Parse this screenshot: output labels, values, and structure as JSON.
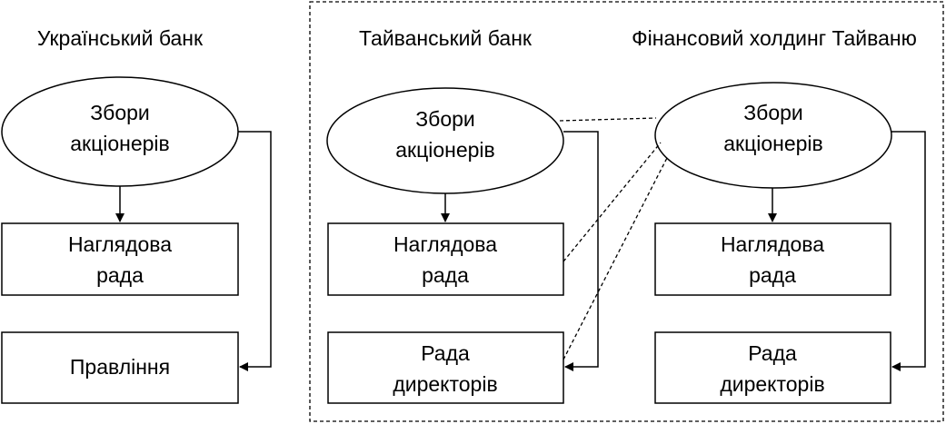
{
  "titles": {
    "ukraine": "Український банк",
    "taiwan_bank": "Тайванський банк",
    "taiwan_holding": "Фінансовий холдинг Тайваню"
  },
  "ukraine": {
    "shareholders": [
      "Збори",
      "акціонерів"
    ],
    "supervisory": [
      "Наглядова",
      "рада"
    ],
    "management": [
      "Правління"
    ]
  },
  "taiwan_bank": {
    "shareholders": [
      "Збори",
      "акціонерів"
    ],
    "supervisory": [
      "Наглядова",
      "рада"
    ],
    "directors": [
      "Рада",
      "директорів"
    ]
  },
  "taiwan_holding": {
    "shareholders": [
      "Збори",
      "акціонерів"
    ],
    "supervisory": [
      "Наглядова",
      "рада"
    ],
    "directors": [
      "Рада",
      "директорів"
    ]
  }
}
